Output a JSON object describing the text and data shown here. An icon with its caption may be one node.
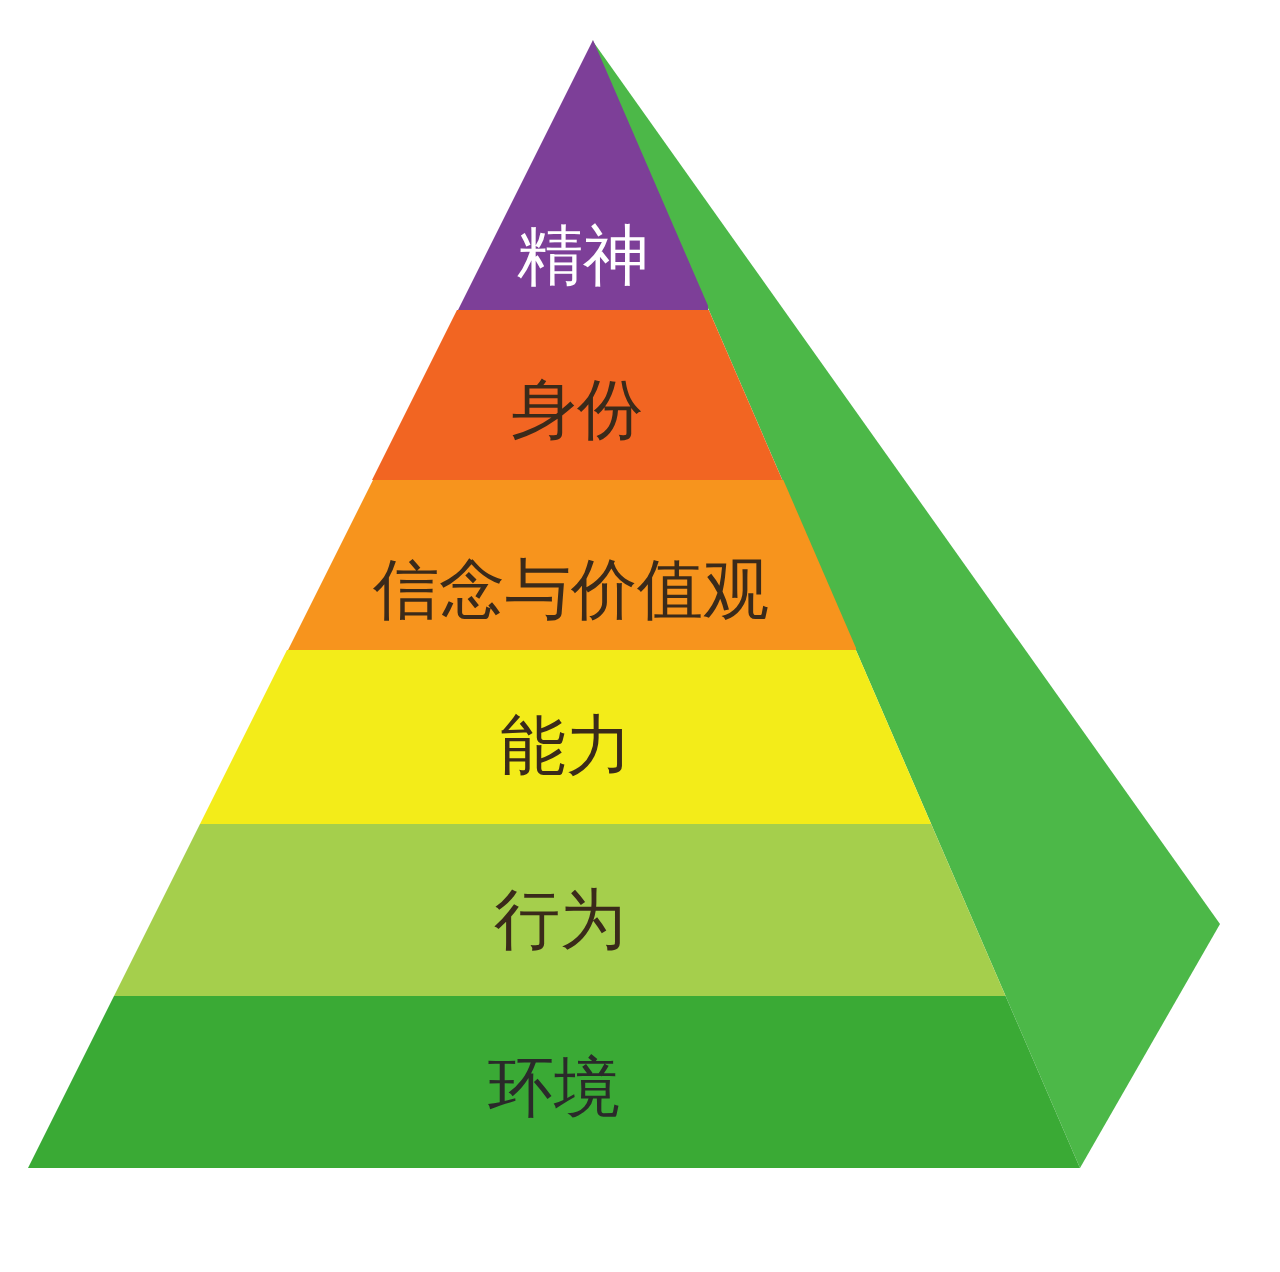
{
  "diagram": {
    "nodes": [
      {
        "text": [
          "精神"
        ]
      },
      {
        "text": [
          "身份"
        ]
      },
      {
        "text": [
          "信念与价值观"
        ]
      },
      {
        "text": [
          "能力"
        ]
      },
      {
        "text": [
          "行为"
        ]
      },
      {
        "text": [
          "环境"
        ]
      }
    ]
  }
}
